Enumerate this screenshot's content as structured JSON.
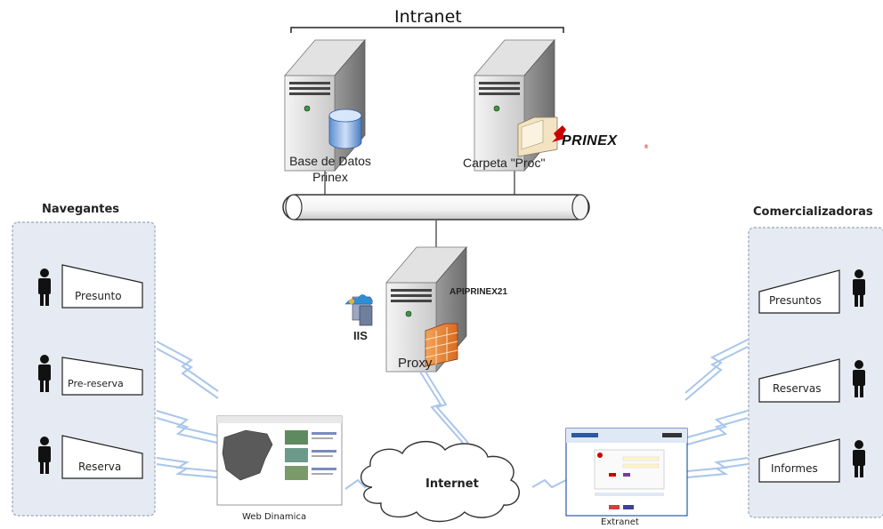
{
  "title": "Intranet",
  "servers": {
    "database_label_line1": "Base de Datos",
    "database_label_line2": "Prinex",
    "folder_label": "Carpeta \"Proc\"",
    "app_server_label": "APIPRINEX21",
    "iis_label": "IIS",
    "proxy_label": "Proxy"
  },
  "brand": {
    "name": "PRINEX",
    "mark": "®",
    "color": "#cc0000"
  },
  "left_group": {
    "title": "Navegantes",
    "items": [
      "Presunto",
      "Pre-reserva",
      "Reserva"
    ]
  },
  "right_group": {
    "title": "Comercializadoras",
    "items": [
      "Presuntos",
      "Reservas",
      "Informes"
    ]
  },
  "network": {
    "cloud_label": "Internet"
  },
  "screens": {
    "web_label": "Web Dinamica",
    "extranet_label": "Extranet"
  },
  "colors": {
    "group_bg": "#e6ebf3",
    "group_border": "#9aa5b8",
    "lightning": "#a9c6ea",
    "bus": "#ffffff"
  }
}
